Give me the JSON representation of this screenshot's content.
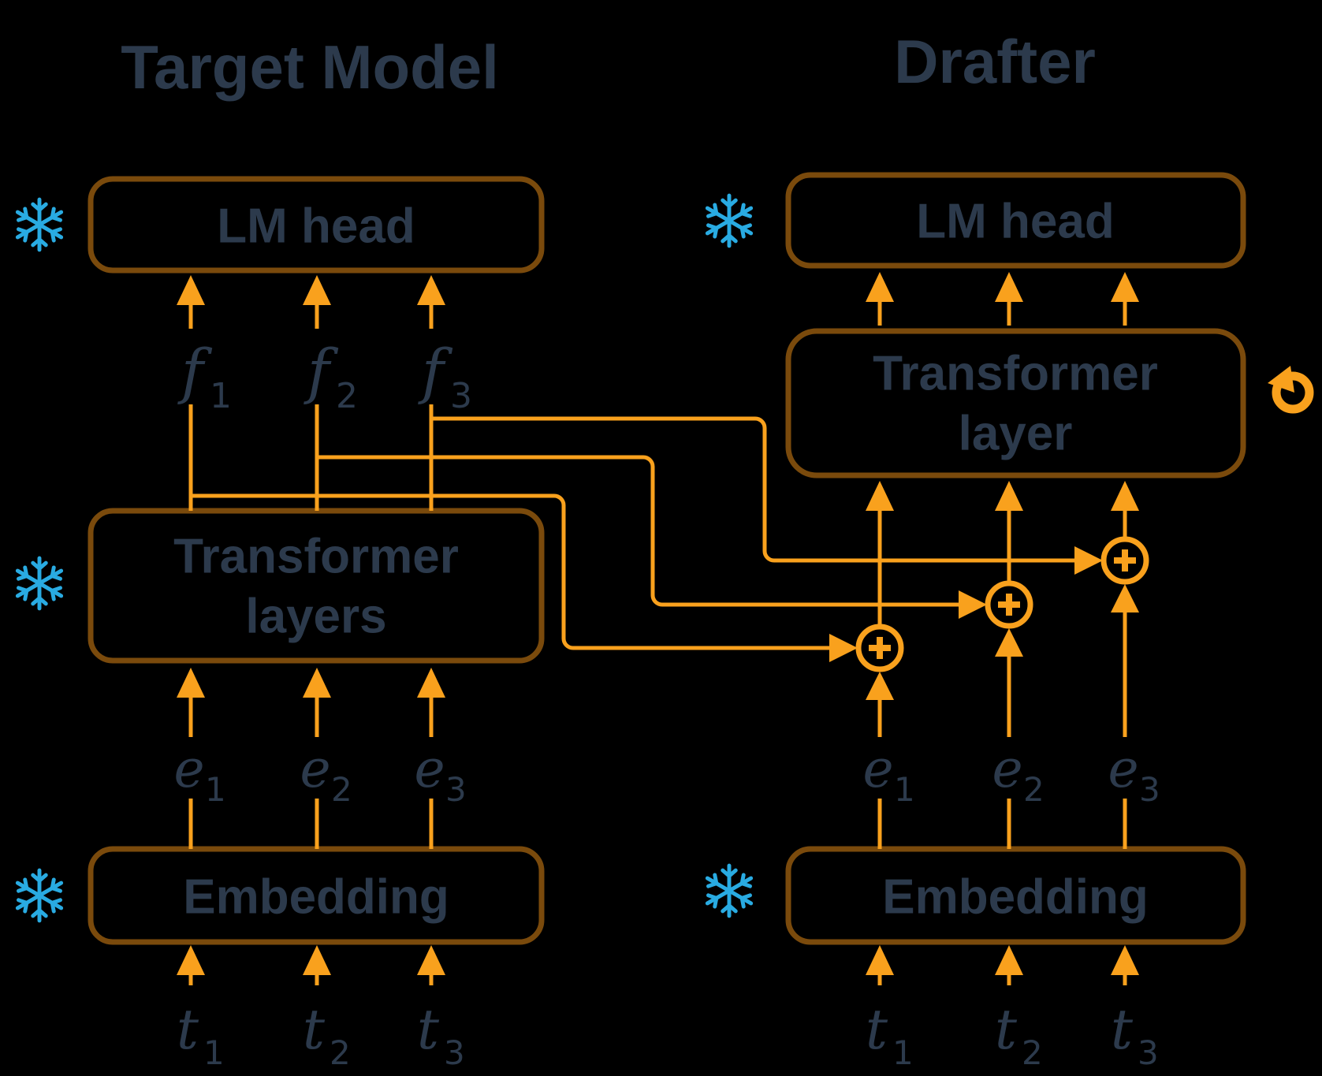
{
  "theme": {
    "bg": "#000000",
    "line": "#F9A11D",
    "border": "#7A4A0C",
    "text": "#2C3A4C",
    "flake": "#29ABE2"
  },
  "icons": {
    "frozen": "snowflake-icon",
    "trainable": "recurrence-loop-icon",
    "combine": "plus-circle-icon"
  },
  "target": {
    "title": "Target Model",
    "lm_head": "LM head",
    "transformer_line1": "Transformer",
    "transformer_line2": "layers",
    "embedding": "Embedding",
    "f_labels": [
      {
        "base": "f",
        "sub": "1"
      },
      {
        "base": "f",
        "sub": "2"
      },
      {
        "base": "f",
        "sub": "3"
      }
    ],
    "e_labels": [
      {
        "base": "e",
        "sub": "1"
      },
      {
        "base": "e",
        "sub": "2"
      },
      {
        "base": "e",
        "sub": "3"
      }
    ],
    "t_labels": [
      {
        "base": "t",
        "sub": "1"
      },
      {
        "base": "t",
        "sub": "2"
      },
      {
        "base": "t",
        "sub": "3"
      }
    ]
  },
  "drafter": {
    "title": "Drafter",
    "lm_head": "LM head",
    "transformer_line1": "Transformer",
    "transformer_line2": "layer",
    "embedding": "Embedding",
    "e_labels": [
      {
        "base": "e",
        "sub": "1"
      },
      {
        "base": "e",
        "sub": "2"
      },
      {
        "base": "e",
        "sub": "3"
      }
    ],
    "t_labels": [
      {
        "base": "t",
        "sub": "1"
      },
      {
        "base": "t",
        "sub": "2"
      },
      {
        "base": "t",
        "sub": "3"
      }
    ]
  }
}
